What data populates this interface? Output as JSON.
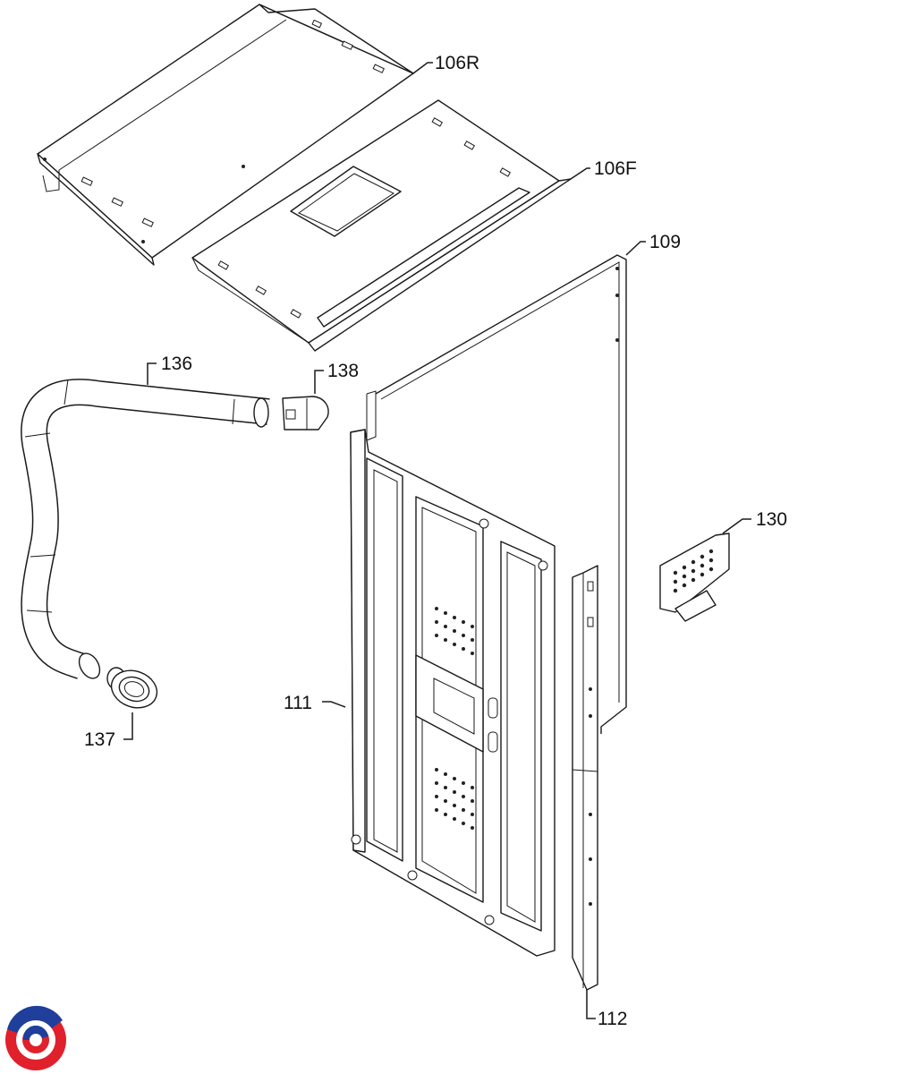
{
  "callouts": {
    "c106r": "106R",
    "c106f": "106F",
    "c109": "109",
    "c136": "136",
    "c138": "138",
    "c130": "130",
    "c111": "111",
    "c137": "137",
    "c112": "112"
  },
  "colors": {
    "line": "#1a1a1a",
    "logo_red": "#e0202a",
    "logo_blue": "#1f3f9a"
  }
}
